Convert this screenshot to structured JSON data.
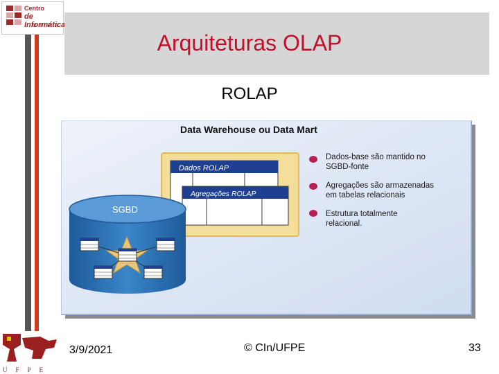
{
  "header": {
    "title": "Arquiteturas OLAP",
    "subtitle": "ROLAP"
  },
  "logo_top": {
    "line1": "Centro",
    "line2": "de Informática",
    "line3": "UFPE"
  },
  "logo_bottom": {
    "letters": "UFPE"
  },
  "diagram": {
    "panel_title": "Data Warehouse ou Data Mart",
    "table_front_label": "Dados ROLAP",
    "table_back_label": "Agregações ROLAP",
    "cylinder_label": "SGBD",
    "bullets": [
      "Dados-base são mantido no SGBD-fonte",
      "Agregações são armazenadas em tabelas relacionais",
      "Estrutura totalmente relacional."
    ],
    "colors": {
      "panel_bg": "#dde6f5",
      "panel_border": "#8fa7cf",
      "cylinder": "#2f6fb0",
      "table_header": "#1f3f91",
      "star": "#e9c67a",
      "bullet": "#b52050"
    }
  },
  "footer": {
    "date": "3/9/2021",
    "copyright": "© CIn/UFPE",
    "page": "33"
  }
}
